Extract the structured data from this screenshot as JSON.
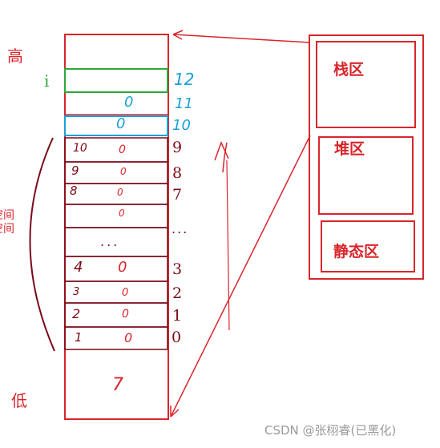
{
  "labels": {
    "high": "高",
    "low": "低",
    "i_marker": "i",
    "space_left_1": "空间",
    "space_left_2": "空间"
  },
  "stack": {
    "top_values": {
      "v11": "0",
      "v10": "0"
    },
    "top_indices": {
      "i12": "12",
      "i11": "11",
      "i10": "10"
    },
    "cells": [
      {
        "tag": "10",
        "value": "0",
        "index": "9"
      },
      {
        "tag": "9",
        "value": "0",
        "index": "8"
      },
      {
        "tag": "8",
        "value": "0",
        "index": "7"
      },
      {
        "tag": "",
        "value": "0",
        "index": "..."
      },
      {
        "tag": "",
        "value": "...",
        "index": ""
      },
      {
        "tag": "4",
        "value": "0",
        "index": "3"
      },
      {
        "tag": "3",
        "value": "0",
        "index": "2"
      },
      {
        "tag": "2",
        "value": "0",
        "index": "1"
      },
      {
        "tag": "1",
        "value": "0",
        "index": "0"
      }
    ],
    "bottom_mark": "7"
  },
  "memory": {
    "stack_zone": "栈区",
    "heap_zone": "堆区",
    "static_zone": "静态区"
  },
  "watermark": "CSDN @张栩睿(已黑化)",
  "colors": {
    "red": "#d9252b",
    "maroon": "#7a0a18",
    "green": "#2ea83a",
    "blue": "#1aa0d8"
  }
}
